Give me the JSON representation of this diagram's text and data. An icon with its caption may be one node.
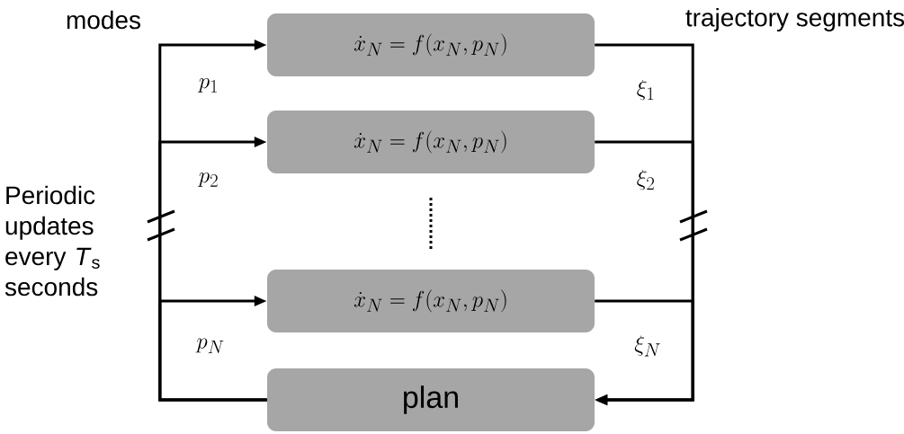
{
  "diagram": {
    "nodes": [
      {
        "text": [
          "\\dot{x}_N = f(x_N, p_N)"
        ]
      },
      {
        "text": [
          "\\dot{x}_N = f(x_N, p_N)"
        ]
      },
      {
        "text": [
          "\\dot{x}_N = f(x_N, p_N)"
        ]
      },
      {
        "text": [
          "plan"
        ]
      }
    ],
    "edges": [
      {
        "from": 3,
        "to": 0,
        "arrow": "to",
        "label": "p_1"
      },
      {
        "from": 3,
        "to": 1,
        "arrow": "to",
        "label": "p_2"
      },
      {
        "from": 3,
        "to": 2,
        "arrow": "to",
        "label": "p_N"
      },
      {
        "from": 0,
        "to": 3,
        "arrow": "to",
        "label": "\\xi_1"
      },
      {
        "from": 1,
        "to": 3,
        "arrow": "to",
        "label": "\\xi_2"
      },
      {
        "from": 2,
        "to": 3,
        "arrow": "to",
        "label": "\\xi_N"
      }
    ],
    "labels": [
      "modes",
      "trajectory segments",
      "Periodic updates every *T*$_{s}$ seconds"
    ]
  }
}
